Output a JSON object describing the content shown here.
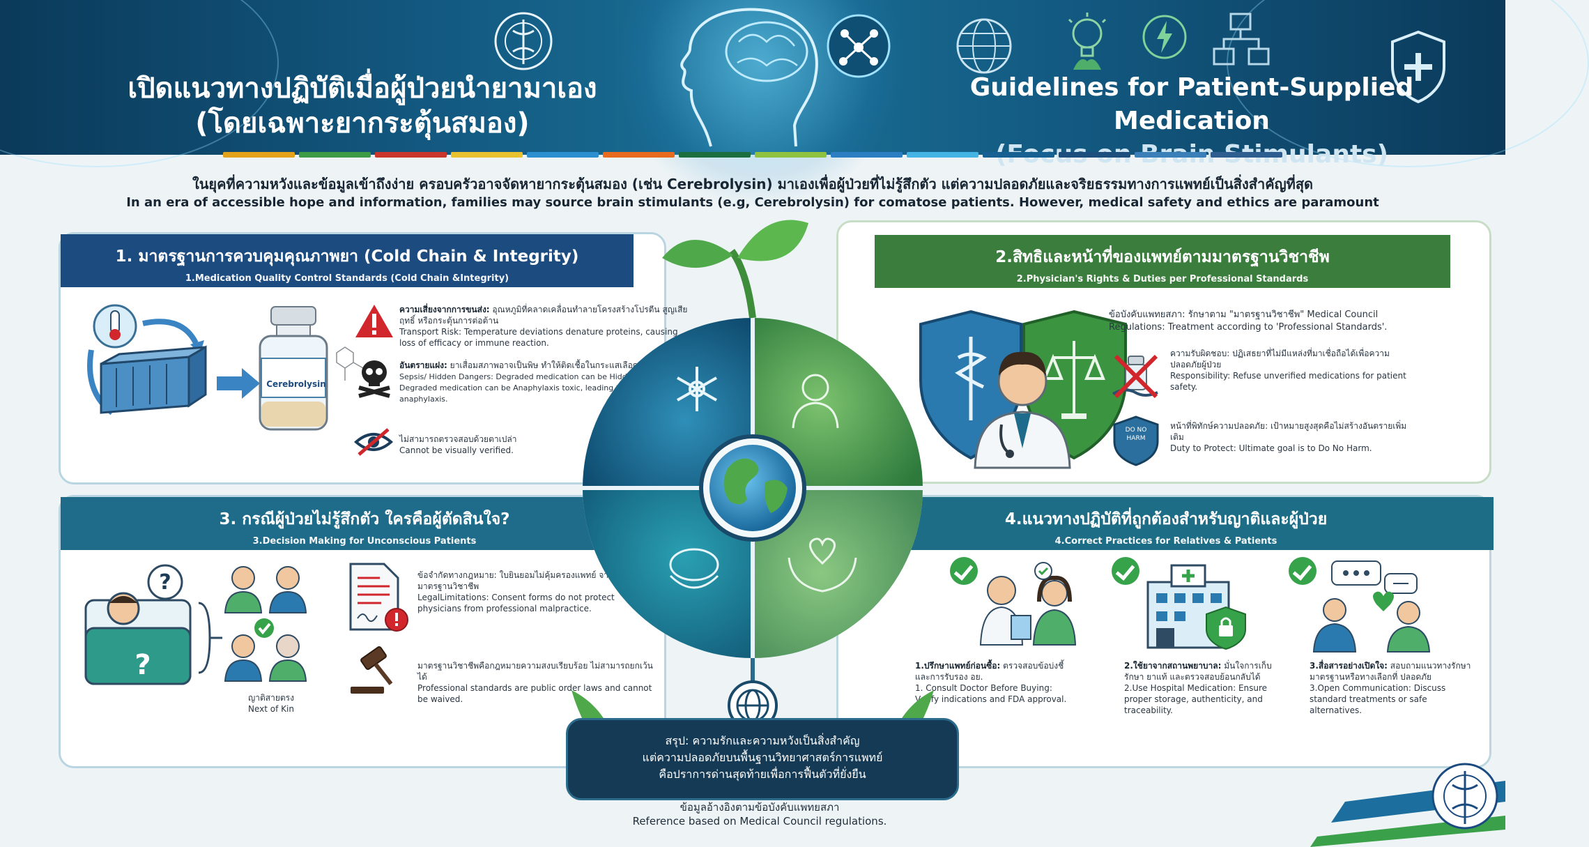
{
  "header": {
    "title_th_line1": "เปิดแนวทางปฏิบัติเมื่อผู้ป่วยนำยามาเอง",
    "title_th_line2": "(โดยเฉพาะยากระตุ้นสมอง)",
    "title_en_line1": "Guidelines for Patient-Supplied Medication",
    "title_en_line2": "(Focus on Brain Stimulants)",
    "strip_colors": [
      "#e3a21a",
      "#3c9b44",
      "#c9372c",
      "#e8c12f",
      "#2b8fd0",
      "#e86a1f",
      "#1c6e3f",
      "#8fc23e",
      "#2a7ec1",
      "#43b4e3",
      "#176192",
      "#1c4f7d",
      "#3a7fb8",
      "#2e5e8f"
    ]
  },
  "intro": {
    "th": "ในยุคที่ความหวังและข้อมูลเข้าถึงง่าย ครอบครัวอาจจัดหายากระตุ้นสมอง (เช่น Cerebrolysin) มาเองเพื่อผู้ป่วยที่ไม่รู้สึกตัว แต่ความปลอดภัยและจริยธรรมทางการแพทย์เป็นสิ่งสำคัญที่สุด",
    "en": "In an era of accessible hope and information, families may source brain stimulants (e.g, Cerebrolysin) for comatose patients. However, medical safety and ethics are paramount"
  },
  "panel1": {
    "title_th": "1. มาตรฐานการควบคุมคุณภาพยา (Cold Chain & Integrity)",
    "title_en": "1.Medication Quality Control Standards (Cold Chain &Integrity)",
    "vial_label": "Cerebrolysin",
    "risk1_head": "ความเสี่ยงจากการขนส่ง:",
    "risk1_th": " อุณหภูมิที่คลาดเคลื่อนทำลายโครงสร้างโปรตีน สูญเสียฤทธิ์ หรือกระตุ้นการต่อต้าน",
    "risk1_en": "Transport Risk: Temperature deviations denature proteins, causing loss of efficacy or immune reaction.",
    "risk2_head": "อันตรายแฝง:",
    "risk2_th": " ยาเสื่อมสภาพอาจเป็นพิษ ทำให้ติดเชื้อในกระแสเลือดหรือแพ้รุนแรง",
    "risk2_en": "Sepsis/ Hidden Dangers: Degraded medication can be Hidden Dangers: Degraded medication can be Anaphylaxis toxic, leading to sepsis or severe anaphylaxis.",
    "risk3_th": "ไม่สามารถตรวจสอบด้วยตาเปล่า",
    "risk3_en": "Cannot be visually verified."
  },
  "panel2": {
    "title_th": "2.สิทธิและหน้าที่ของแพทย์ตามมาตรฐานวิชาชีพ",
    "title_en": "2.Physician's Rights & Duties per Professional Standards",
    "reg_th": "ข้อบังคับแพทยสภา: รักษาตาม \"มาตรฐานวิชาชีพ\" Medical Council Regulations: Treatment according to 'Professional Standards'.",
    "resp_th": "ความรับผิดชอบ: ปฏิเสธยาที่ไม่มีแหล่งที่มาเชื่อถือได้เพื่อความปลอดภัยผู้ป่วย",
    "resp_en": "Responsibility: Refuse unverified medications for patient safety.",
    "dnh_badge": "DO NO HARM",
    "duty_th": "หน้าที่พิทักษ์ความปลอดภัย: เป้าหมายสูงสุดคือไม่สร้างอันตรายเพิ่มเติม",
    "duty_en": "Duty to Protect: Ultimate goal is to Do No Harm."
  },
  "panel3": {
    "title_th": "3. กรณีผู้ป่วยไม่รู้สึกตัว ใครคือผู้ตัดสินใจ?",
    "title_en": "3.Decision Making for Unconscious Patients",
    "kin_th": "ญาติสายตรง",
    "kin_en": "Next of Kin",
    "legal_th": "ข้อจำกัดทางกฎหมาย: ใบยินยอมไม่คุ้มครองแพทย์ จากการผิดมาตรฐานวิชาชีพ",
    "legal_en": "LegalLimitations: Consent forms do not protect physicians from professional malpractice.",
    "std_th": "มาตรฐานวิชาชีพคือกฎหมายความสงบเรียบร้อย ไม่สามารถยกเว้นได้",
    "std_en": "Professional standards are public order laws and cannot be waived."
  },
  "panel4": {
    "title_th": "4.แนวทางปฏิบัติที่ถูกต้องสำหรับญาติและผู้ป่วย",
    "title_en": "4.Correct Practices for Relatives & Patients",
    "s1_head": "1.ปรึกษาแพทย์ก่อนซื้อ:",
    "s1_th": " ตรวจสอบข้อบ่งชี้และการรับรอง อย.",
    "s1_en": "1. Consult Doctor Before Buying: Verify indications and FDA approval.",
    "s2_head": "2.ใช้ยาจากสถานพยาบาล:",
    "s2_th": " มั่นใจการเก็บรักษา ยาแท้ และตรวจสอบย้อนกลับได้",
    "s2_en": "2.Use Hospital Medication: Ensure proper storage, authenticity, and traceability.",
    "s3_head": "3.สื่อสารอย่างเปิดใจ:",
    "s3_th": " สอบถามแนวทางรักษามาตรฐานหรือทางเลือกที่ ปลอดภัย",
    "s3_en": "3.Open Communication: Discuss standard treatments or safe alternatives."
  },
  "summary": {
    "line1": "สรุป: ความรักและความหวังเป็นสิ่งสำคัญ",
    "line2": "แต่ความปลอดภัยบนพื้นฐานวิทยาศาสตร์การแพทย์",
    "line3": "คือปราการด่านสุดท้ายเพื่อการฟื้นตัวที่ยั่งยืน"
  },
  "reference": {
    "th": "ข้อมูลอ้างอิงตามข้อบังคับแพทยสภา",
    "en": "Reference based on Medical Council regulations."
  },
  "colors": {
    "navy": "#1c4b80",
    "green": "#3b7d3c",
    "teal": "#1e6c8a",
    "check_green": "#36a24a",
    "alert_red": "#d0262c"
  }
}
